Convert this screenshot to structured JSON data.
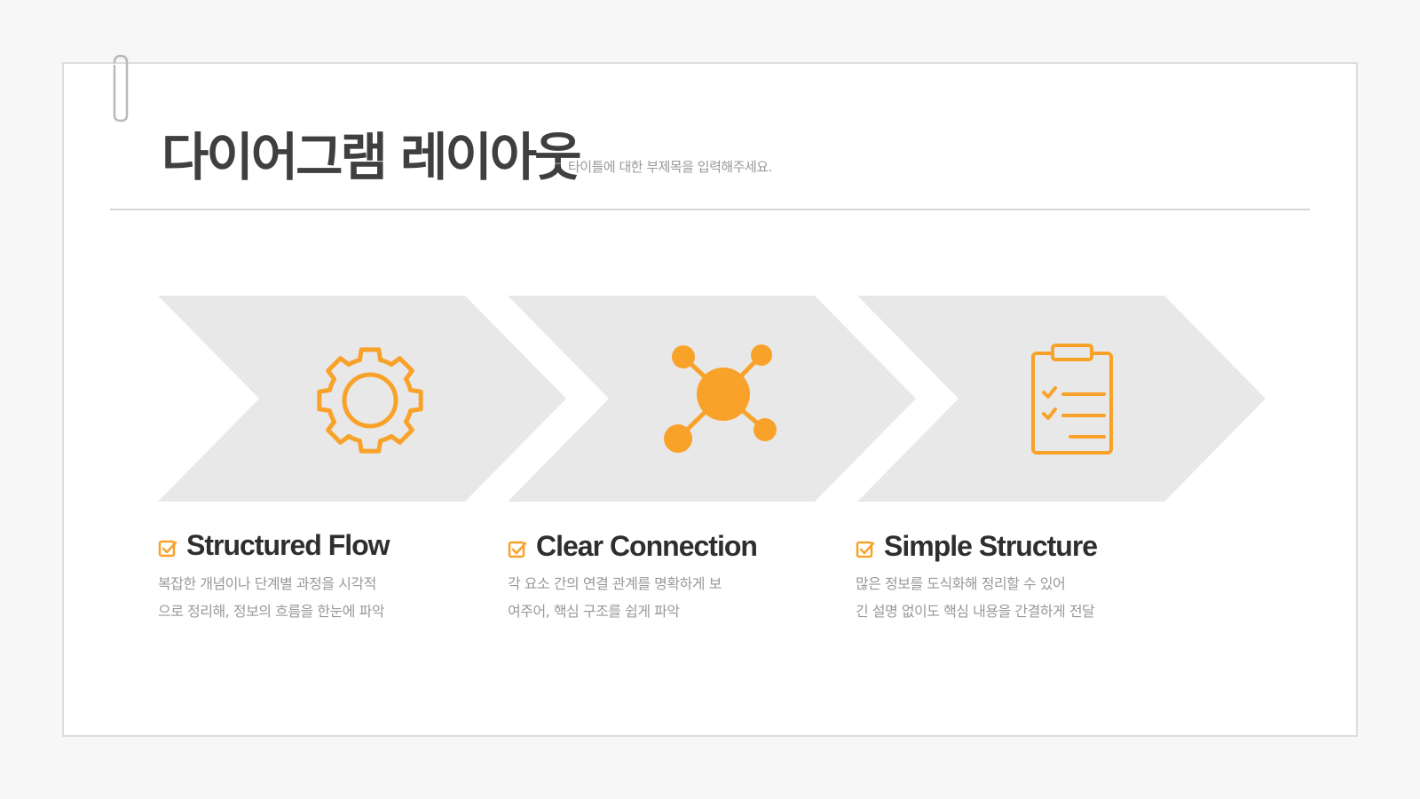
{
  "header": {
    "title": "다이어그램 레이아웃",
    "subtitle": "타이틀에 대한 부제목을 입력해주세요."
  },
  "colors": {
    "accent": "#f9a22a",
    "chevron_fill": "#e8e8e8",
    "title_text": "#3f3f3f",
    "body_text": "#999999"
  },
  "steps": [
    {
      "icon": "gear-icon",
      "title": "Structured Flow",
      "desc_lines": [
        "복잡한 개념이나 단계별 과정을 시각적",
        "으로 정리해, 정보의 흐름을 한눈에 파악"
      ]
    },
    {
      "icon": "network-icon",
      "title": "Clear Connection",
      "desc_lines": [
        "각 요소 간의 연결 관계를 명확하게 보",
        "여주어, 핵심 구조를 쉽게 파악"
      ]
    },
    {
      "icon": "clipboard-checklist-icon",
      "title": "Simple Structure",
      "desc_lines": [
        "많은 정보를 도식화해 정리할 수 있어",
        "긴 설명 없이도 핵심 내용을 간결하게 전달"
      ]
    }
  ]
}
